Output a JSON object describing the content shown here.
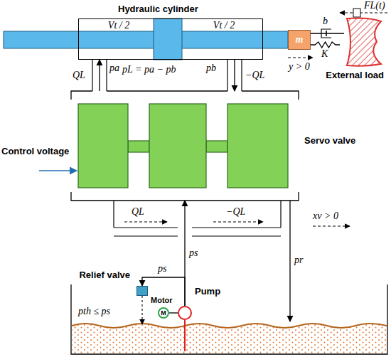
{
  "diagram": {
    "nodes": [
      {
        "text": [
          "Hydraulic cylinder"
        ]
      },
      {
        "text": [
          "Vt / 2"
        ],
        "in": 0
      },
      {
        "text": [
          "Vt / 2"
        ],
        "in": 0
      },
      {
        "text": [
          "m"
        ]
      },
      {
        "text": [
          "Servo valve"
        ]
      },
      {
        "text": [
          "Relief valve"
        ]
      },
      {
        "text": [
          "Motor",
          "M"
        ]
      },
      {
        "text": [
          "Pump"
        ]
      },
      {
        "text": [
          "External load"
        ]
      }
    ],
    "edges": [
      {
        "from": 7,
        "to": 4,
        "arrow": "to"
      },
      {
        "from": 4,
        "to": 0,
        "arrow": "to"
      },
      {
        "from": 0,
        "to": 4,
        "arrow": "to"
      },
      {
        "from": 6,
        "to": 7,
        "arrow": "none"
      },
      {
        "from": 7,
        "to": 5,
        "arrow": "to"
      },
      {
        "from": 3,
        "to": 8,
        "arrow": "none"
      },
      {
        "from": 3,
        "to": 8,
        "arrow": "none"
      }
    ],
    "labels": [
      "pa",
      "pb",
      "pL = pa − pb",
      "QL",
      "−QL",
      "b",
      "K",
      "FL(t)",
      "y > 0",
      "QL",
      "−QL",
      "xv > 0",
      "ps",
      "ps",
      "pr",
      "pth ≤ ps",
      "Control voltage"
    ]
  }
}
